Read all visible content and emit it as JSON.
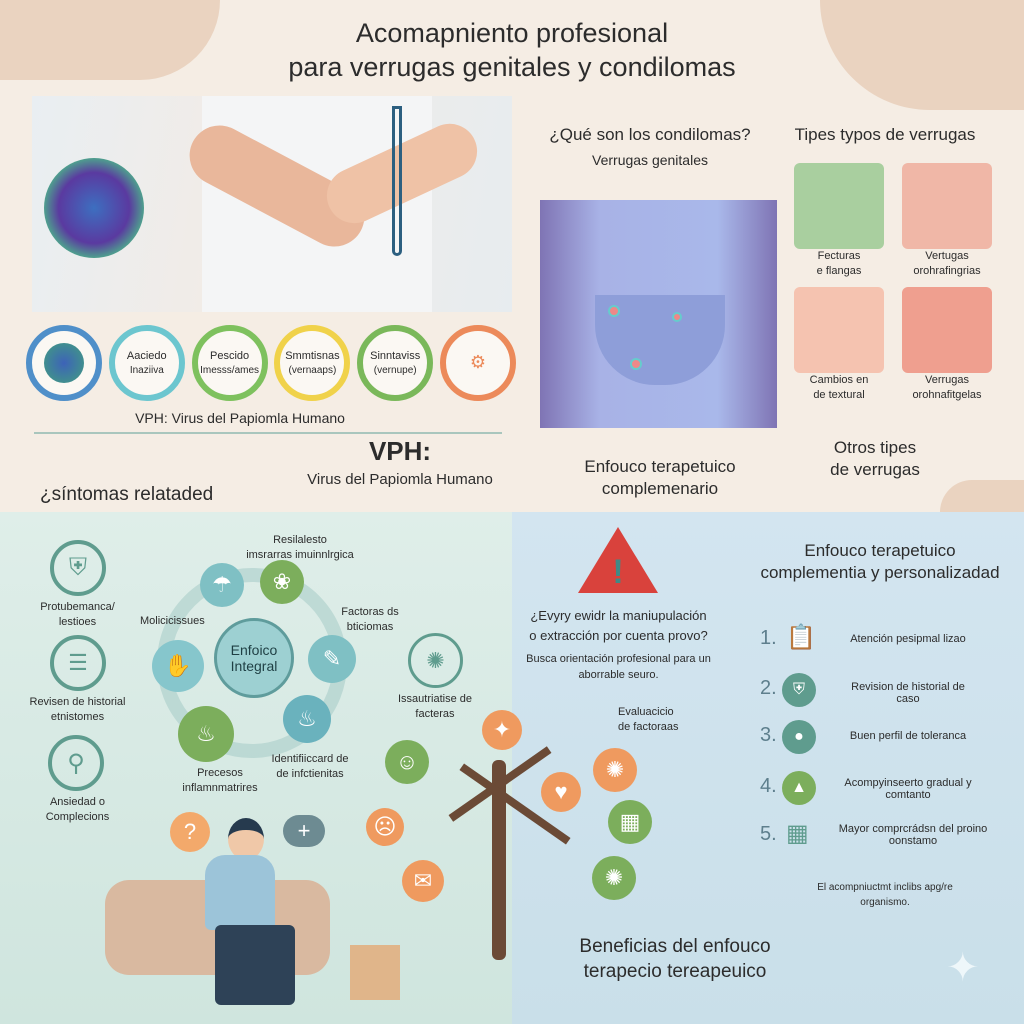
{
  "title": {
    "line1": "Acomapniento profesional",
    "line2": "para verrugas genitales y condilomas"
  },
  "flow": {
    "steps": [
      {
        "l1": "",
        "l2": ""
      },
      {
        "l1": "Aaciedo",
        "l2": "Inaziiva"
      },
      {
        "l1": "Pescido",
        "l2": "Imesss/ames"
      },
      {
        "l1": "Smmtisnas",
        "l2": "(vernaaps)"
      },
      {
        "l1": "Sinntaviss",
        "l2": "(vernupe)"
      }
    ],
    "caption": "VPH: Virus del Papiomla Humano",
    "big_title": "VPH:",
    "big_sub": "Virus del Papiomla Humano"
  },
  "condilomas": {
    "title": "¿Qué son los condilomas?",
    "subtitle": "Verrugas genitales",
    "footer1": "Enfouco terapetuico",
    "footer2": "complemenario"
  },
  "types": {
    "title": "Tipes typos de verrugas",
    "items": [
      {
        "l1": "Fecturas",
        "l2": "e flangas",
        "color": "#a9cf9f"
      },
      {
        "l1": "Vertugas",
        "l2": "orohrafingrias",
        "color": "#f0b7a7"
      },
      {
        "l1": "Cambios en",
        "l2": "de textural",
        "color": "#f5c3b0"
      },
      {
        "l1": "Verrugas",
        "l2": "orohnafitgelas",
        "color": "#ef9f8f"
      }
    ],
    "other1": "Otros tipes",
    "other2": "de verrugas"
  },
  "symptoms": {
    "title": "¿síntomas relataded",
    "left": [
      {
        "l1": "Protubemanca/",
        "l2": "lestioes"
      },
      {
        "l1": "Revisen de historial",
        "l2": "etnistomes"
      },
      {
        "l1": "Ansiedad o",
        "l2": "Complecions"
      }
    ],
    "center1": "Enfoico",
    "center2": "Integral",
    "labels": {
      "top1": "Resilalesto",
      "top2": "imsrarras imuinnlrgica",
      "left": "Molicicissues",
      "right1": "Factoras ds",
      "right2": "bticiomas",
      "br1": "Identifiiccard de",
      "br2": "de infctienitas",
      "bl1": "Precesos",
      "bl2": "inflamnmatrires",
      "far1": "Issautriatise de",
      "far2": "facteras"
    }
  },
  "warning": {
    "q1": "¿Evyry ewidr  la maniupulación",
    "q2": "o extracción por cuenta provo?",
    "t1": "Busca orientación profesional para un",
    "t2": "aborrable seuro.",
    "eval1": "Evaluacicio",
    "eval2": "de factoraas",
    "footer1": "Beneficias del enfouco",
    "footer2": "terapecio tereapeuico"
  },
  "therapy": {
    "title1": "Enfouco terapetuico",
    "title2": "complementia y personalizadad",
    "items": [
      {
        "n": "1.",
        "l1": "Atención pesipmal lizao",
        "l2": ""
      },
      {
        "n": "2.",
        "l1": "Revision de historial de",
        "l2": "caso"
      },
      {
        "n": "3.",
        "l1": "Buen perfil de toleranca",
        "l2": ""
      },
      {
        "n": "4.",
        "l1": "Acompyinseerto gradual y",
        "l2": "comtanto"
      },
      {
        "n": "5.",
        "l1": "Mayor comprcrádsn del proino",
        "l2": "oonstamo"
      }
    ],
    "note1": "El acompniuctmt inclibs apg/re",
    "note2": "organismo."
  },
  "colors": {
    "teal": "#5f9c8e",
    "orange": "#ef9a5f",
    "green": "#7cae5c",
    "red": "#d9423c"
  }
}
